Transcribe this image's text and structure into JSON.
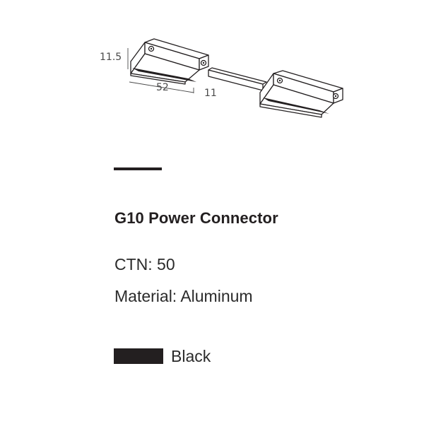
{
  "drawing": {
    "dimension_height": "11.5",
    "dimension_length": "52",
    "dimension_gap": "11"
  },
  "product": {
    "name": "G10 Power Connector",
    "ctn": "CTN: 50",
    "material": "Material: Aluminum"
  },
  "color": {
    "label": "Black",
    "swatch": "#231f20"
  }
}
